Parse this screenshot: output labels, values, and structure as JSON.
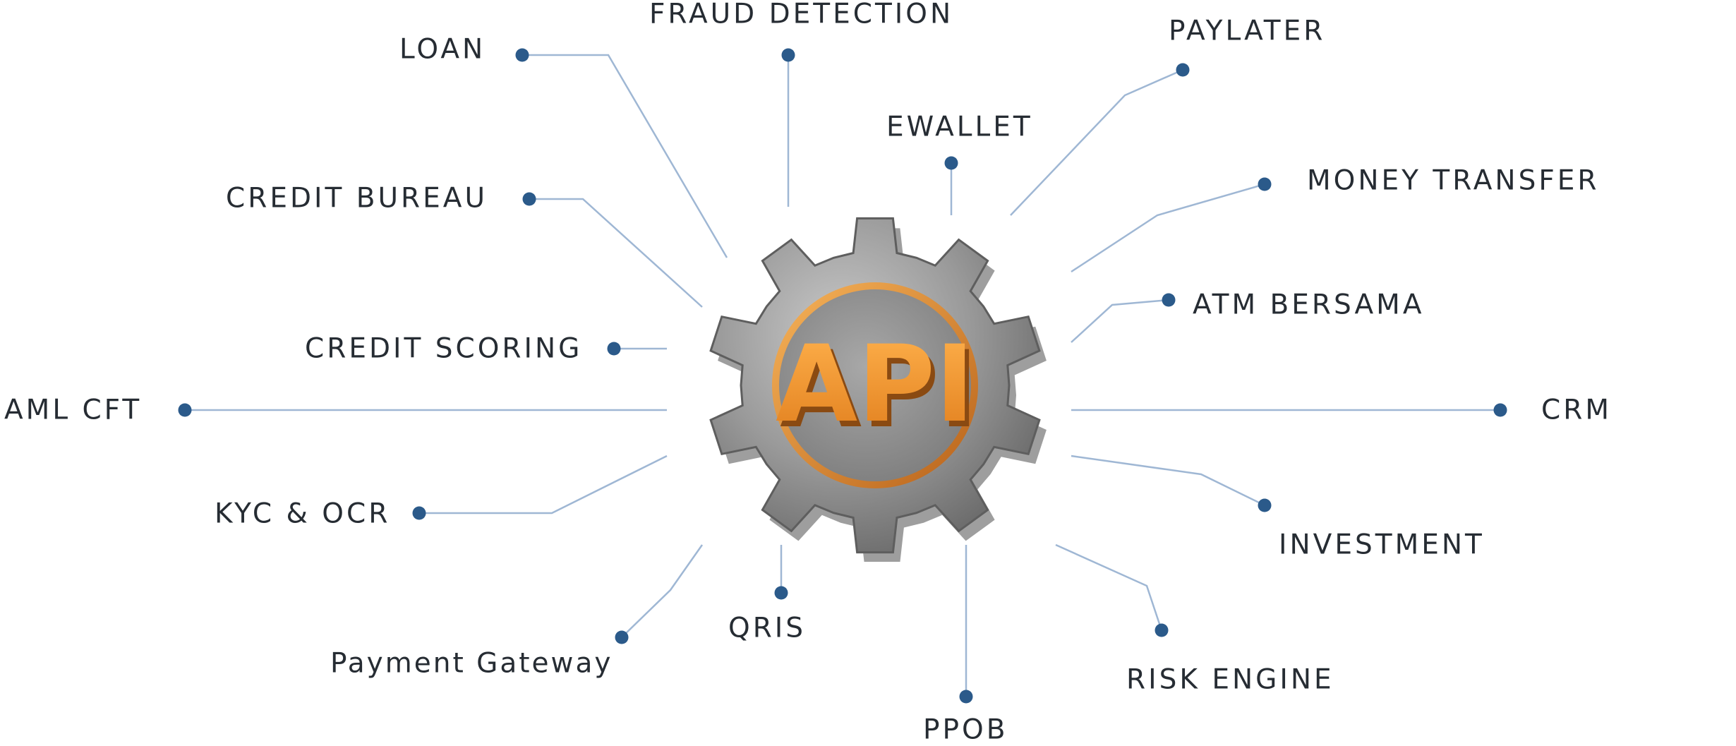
{
  "hub": {
    "label": "API",
    "colors": {
      "gear": "#8f8f8f",
      "gear_dark": "#5e5e5e",
      "accent": "#f29a2e",
      "accent_dark": "#b8621a"
    }
  },
  "colors": {
    "dot": "#2b5a8a",
    "line": "#9fb7d4",
    "text": "#262c33"
  },
  "nodes": [
    {
      "id": "loan",
      "label": "LOAN"
    },
    {
      "id": "fraud-detection",
      "label": "FRAUD DETECTION"
    },
    {
      "id": "paylater",
      "label": "PAYLATER"
    },
    {
      "id": "ewallet",
      "label": "EWALLET"
    },
    {
      "id": "money-transfer",
      "label": "MONEY TRANSFER"
    },
    {
      "id": "credit-bureau",
      "label": "CREDIT BUREAU"
    },
    {
      "id": "atm-bersama",
      "label": "ATM BERSAMA"
    },
    {
      "id": "credit-scoring",
      "label": "CREDIT SCORING"
    },
    {
      "id": "aml-cft",
      "label": "AML CFT"
    },
    {
      "id": "crm",
      "label": "CRM"
    },
    {
      "id": "kyc-ocr",
      "label": "KYC & OCR"
    },
    {
      "id": "investment",
      "label": "INVESTMENT"
    },
    {
      "id": "qris",
      "label": "QRIS"
    },
    {
      "id": "payment-gateway",
      "label": "Payment Gateway"
    },
    {
      "id": "risk-engine",
      "label": "RISK ENGINE"
    },
    {
      "id": "ppob",
      "label": "PPOB"
    }
  ]
}
